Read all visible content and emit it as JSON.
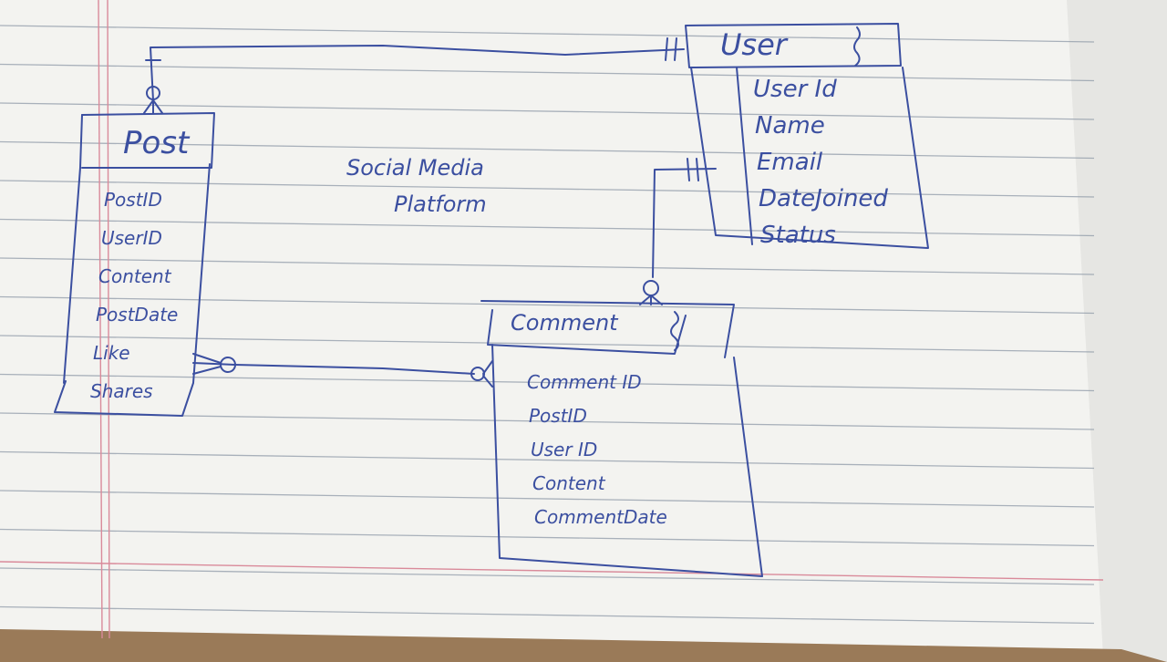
{
  "title": {
    "line1": "Social Media",
    "line2": "Platform"
  },
  "entities": {
    "user": {
      "name": "User",
      "attributes": [
        "User Id",
        "Name",
        "Email",
        "DateJoined",
        "Status"
      ]
    },
    "post": {
      "name": "Post",
      "attributes": [
        "PostID",
        "UserID",
        "Content",
        "PostDate",
        "Like",
        "Shares"
      ]
    },
    "comment": {
      "name": "Comment",
      "attributes": [
        "Comment ID",
        "PostID",
        "User ID",
        "Content",
        "CommentDate"
      ]
    }
  },
  "relationships": [
    {
      "from": "User",
      "to": "Post",
      "from_cardinality": "one-and-only-one",
      "to_cardinality": "zero-or-many"
    },
    {
      "from": "User",
      "to": "Comment",
      "from_cardinality": "one-and-only-one",
      "to_cardinality": "zero-or-many"
    },
    {
      "from": "Post",
      "to": "Comment",
      "from_cardinality": "zero-or-many",
      "to_cardinality": "zero-or-many"
    }
  ],
  "colors": {
    "ink": "#3b4fa0",
    "paper": "#f2f2ef",
    "rule_line": "#8f9aa8",
    "margin_line": "#d98a9a",
    "desk": "#8a6a4a"
  }
}
